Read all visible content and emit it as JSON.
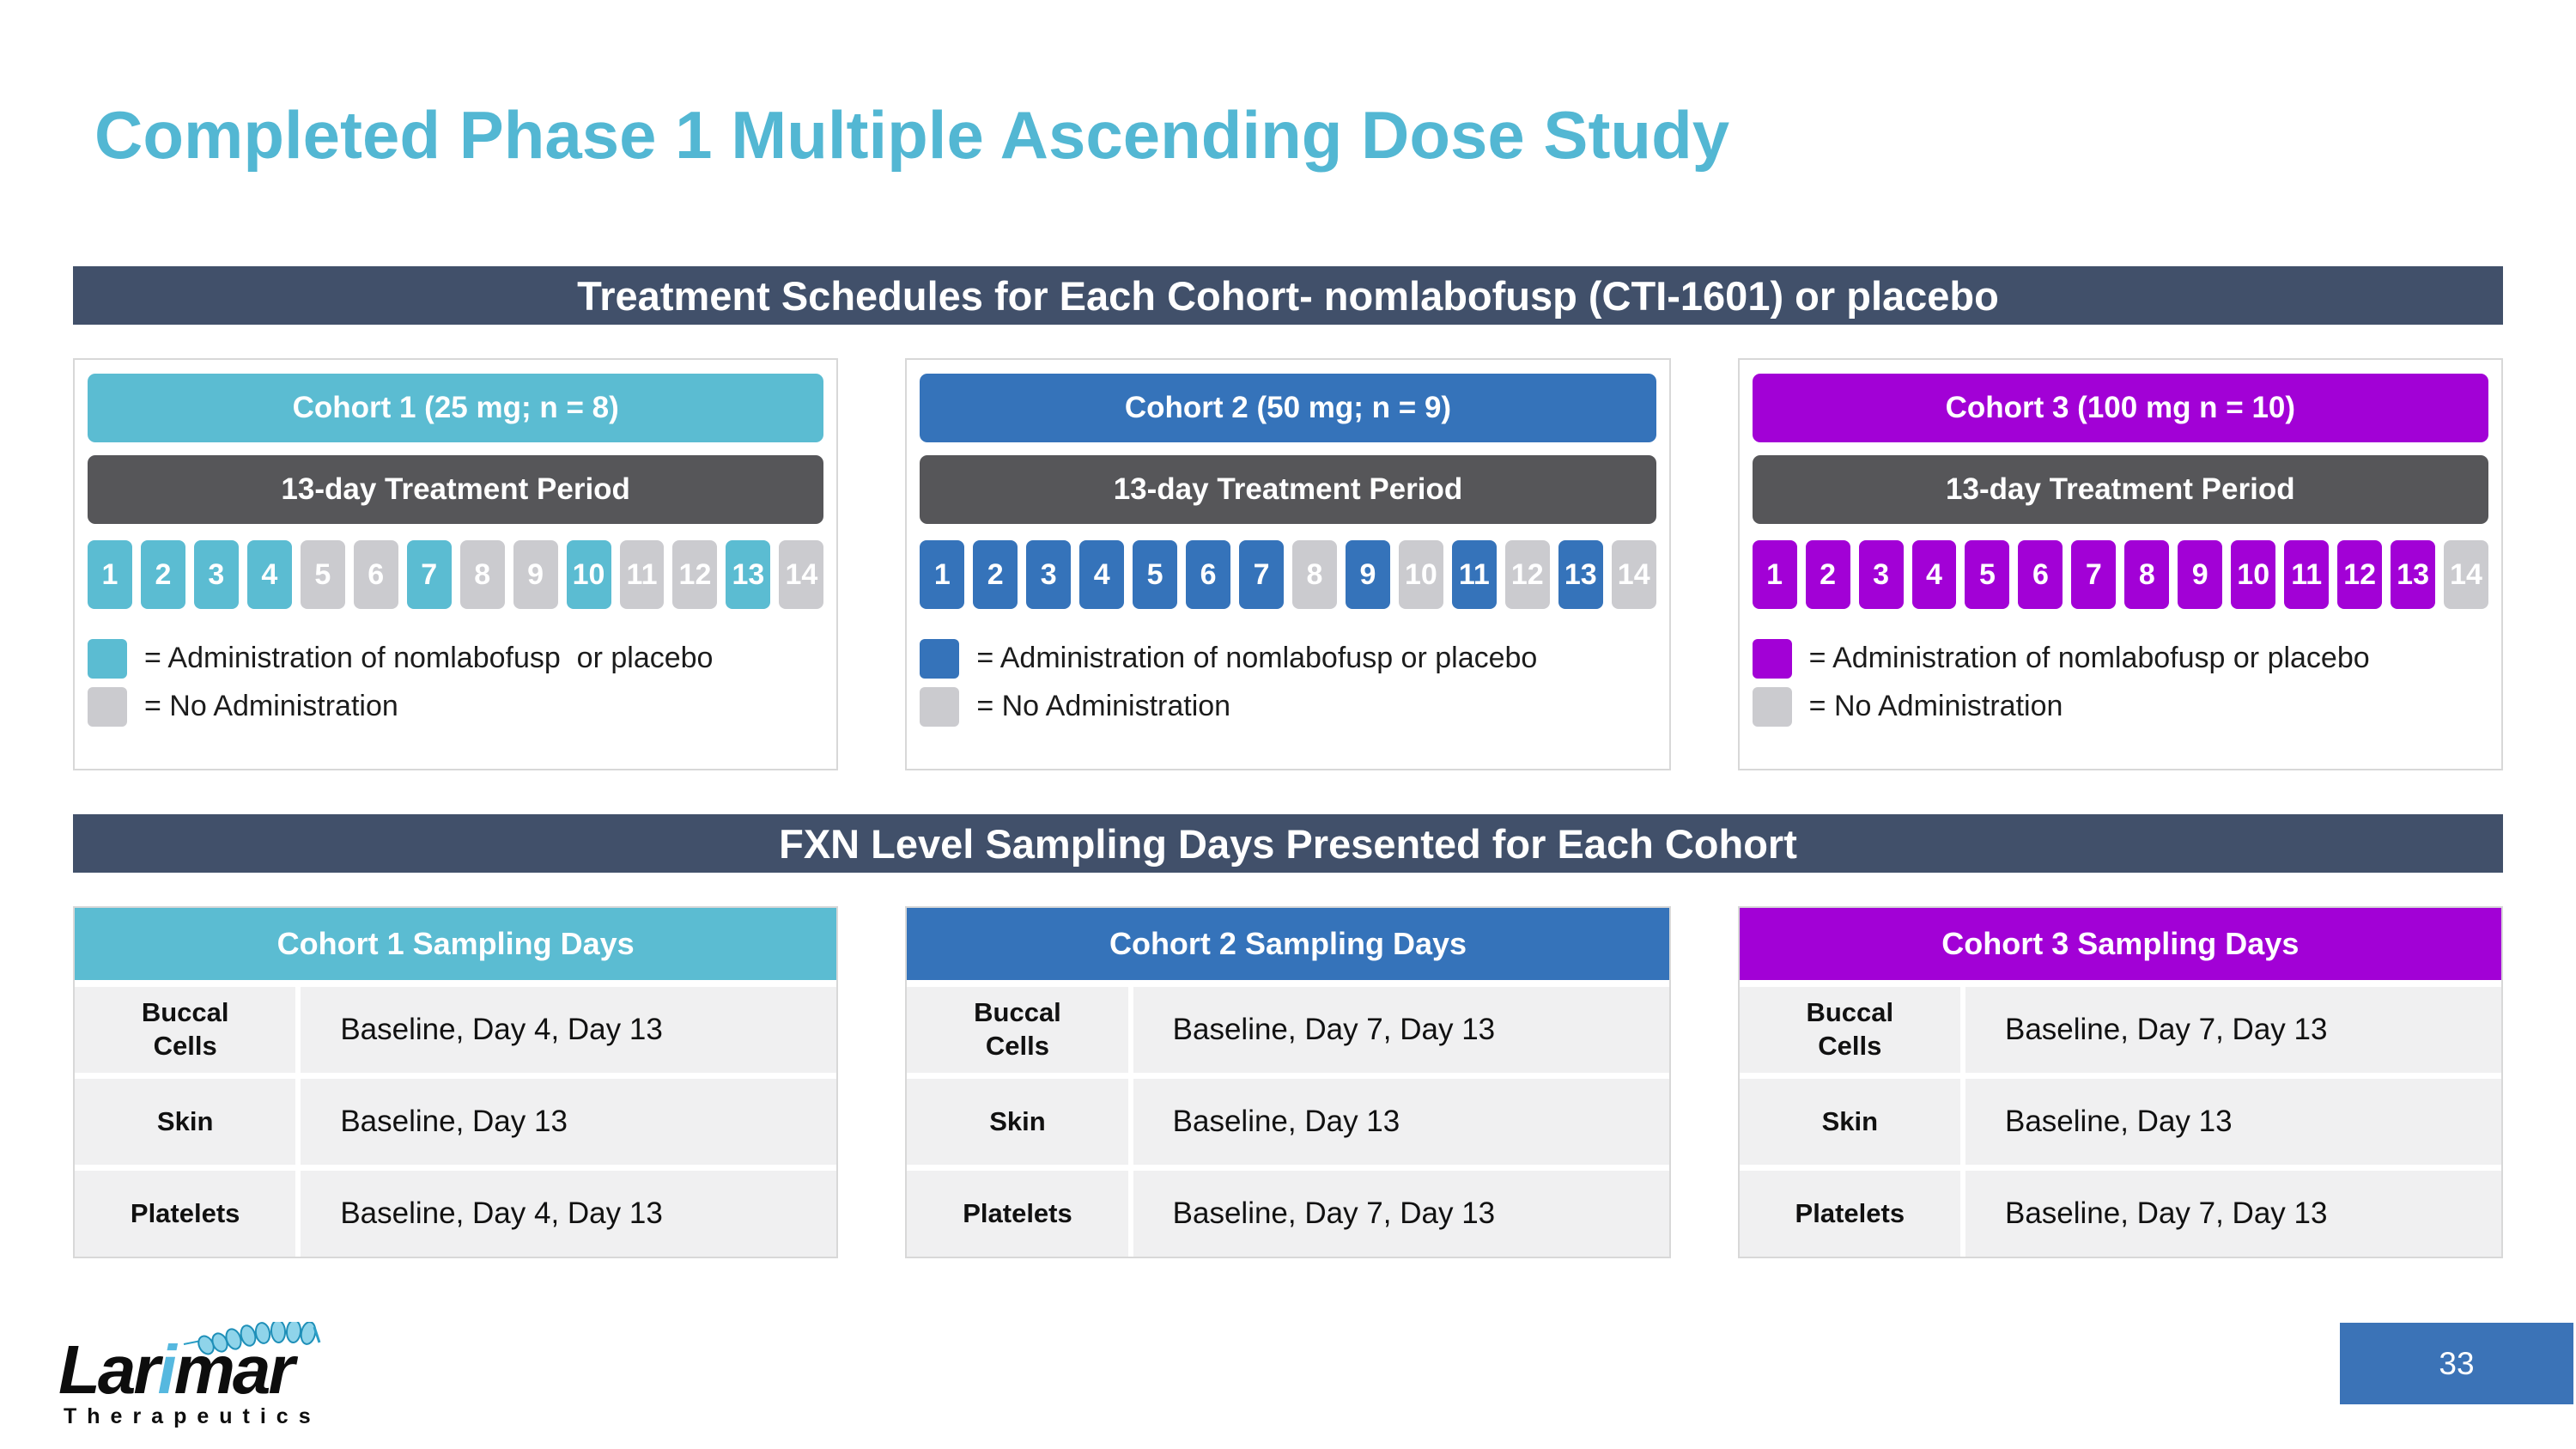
{
  "slide": {
    "title": "Completed Phase 1 Multiple Ascending Dose Study",
    "page_number": "33"
  },
  "banners": {
    "treatment": "Treatment Schedules for Each Cohort- nomlabofusp (CTI-1601) or placebo",
    "sampling": "FXN Level Sampling Days Presented for Each Cohort"
  },
  "colors": {
    "title_teal": "#53B7D3",
    "banner_slate": "#41506A",
    "period_gray": "#565659",
    "day_gray": "#CBCBCF",
    "row_bg": "#F0F0F1",
    "page_box_blue": "#3B73B7"
  },
  "treatment_period_label": "13-day Treatment Period",
  "cohorts": [
    {
      "header": "Cohort 1 (25 mg; n = 8)",
      "color": "#5BBCD2",
      "days_total": 14,
      "dose_days": [
        1,
        2,
        3,
        4,
        7,
        10,
        13
      ],
      "legend_admin": "= Administration of nomlabofusp  or placebo",
      "legend_none": "= No Administration",
      "sampling_header": "Cohort 1 Sampling Days",
      "sampling_rows": [
        {
          "label": "Buccal Cells",
          "value": "Baseline, Day 4, Day 13"
        },
        {
          "label": "Skin",
          "value": "Baseline, Day 13"
        },
        {
          "label": "Platelets",
          "value": "Baseline, Day 4, Day 13"
        }
      ]
    },
    {
      "header": "Cohort 2 (50 mg; n = 9)",
      "color": "#3573BA",
      "days_total": 14,
      "dose_days": [
        1,
        2,
        3,
        4,
        5,
        6,
        7,
        9,
        11,
        13
      ],
      "legend_admin": "= Administration of nomlabofusp or placebo",
      "legend_none": "= No Administration",
      "sampling_header": "Cohort 2 Sampling Days",
      "sampling_rows": [
        {
          "label": "Buccal Cells",
          "value": "Baseline, Day 7, Day 13"
        },
        {
          "label": "Skin",
          "value": "Baseline, Day 13"
        },
        {
          "label": "Platelets",
          "value": "Baseline, Day 7, Day 13"
        }
      ]
    },
    {
      "header": "Cohort 3 (100 mg n = 10)",
      "color": "#A201D6",
      "days_total": 14,
      "dose_days": [
        1,
        2,
        3,
        4,
        5,
        6,
        7,
        8,
        9,
        10,
        11,
        12,
        13
      ],
      "legend_admin": "= Administration of nomlabofusp or placebo",
      "legend_none": "= No Administration",
      "sampling_header": "Cohort 3 Sampling Days",
      "sampling_rows": [
        {
          "label": "Buccal Cells",
          "value": "Baseline, Day 7, Day 13"
        },
        {
          "label": "Skin",
          "value": "Baseline, Day 13"
        },
        {
          "label": "Platelets",
          "value": "Baseline, Day 7, Day 13"
        }
      ]
    }
  ],
  "logo": {
    "word_before_i": "Lar",
    "accent_letter": "i",
    "word_after_i": "mar",
    "subtitle": "Therapeutics"
  }
}
